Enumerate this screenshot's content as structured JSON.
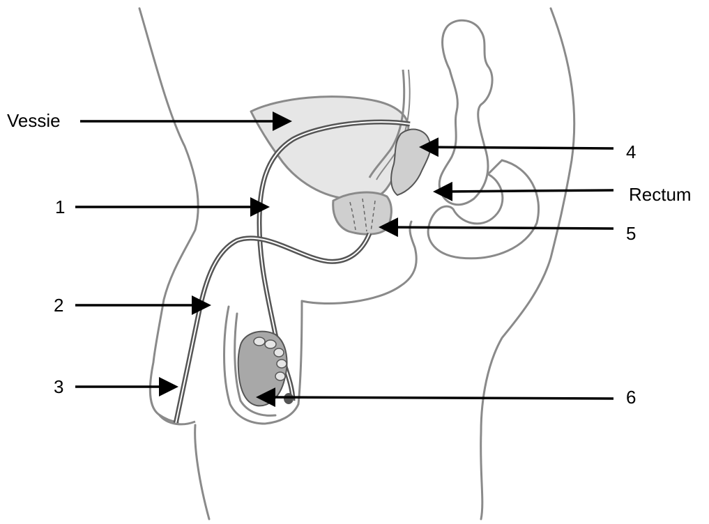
{
  "labels": {
    "vessie": "Vessie",
    "rectum": "Rectum",
    "n1": "1",
    "n2": "2",
    "n3": "3",
    "n4": "4",
    "n5": "5",
    "n6": "6"
  },
  "colors": {
    "outline": "#8a8a8a",
    "organ_fill": "#e6e6e6",
    "gland_fill": "#cfcfcf",
    "testis_fill": "#a8a8a8",
    "arrow": "#000000"
  }
}
